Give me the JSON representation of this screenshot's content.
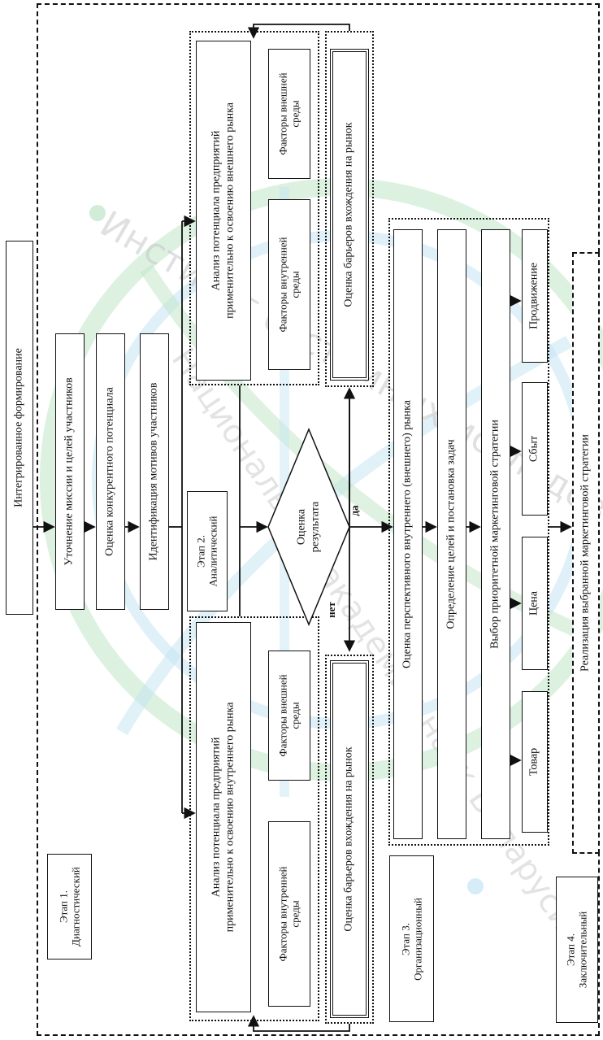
{
  "watermark": {
    "line1": "Институт системных исследований",
    "line2": "Национальной академии наук Беларуси"
  },
  "stage1": {
    "label": "Этап 1.\nДиагностический",
    "top_box": "Интегрированное формирование",
    "steps": [
      "Уточнение миссии и целей участников",
      "Оценка конкурентного потенциала",
      "Идентификация мотивов участников"
    ]
  },
  "stage2": {
    "label": "Этап 2.\nАналитический",
    "domestic": {
      "analysis": "Анализ потенциала предприятий\nприменительно к освоению внутреннего рынка",
      "internal_factors": "Факторы внутренней\nсреды",
      "external_factors": "Факторы внешней\nсреды",
      "barriers": "Оценка барьеров вхождения на рынок"
    },
    "foreign": {
      "analysis": "Анализ потенциала предприятий\nприменительно к освоению внешнего рынка",
      "internal_factors": "Факторы внутренней\nсреды",
      "external_factors": "Факторы внешней\nсреды",
      "barriers": "Оценка барьеров вхождения на рынок"
    },
    "decision": "Оценка\nрезультата",
    "yes": "да",
    "no": "нет"
  },
  "stage3": {
    "label": "Этап 3.\nОрганизационный",
    "steps": [
      "Оценка перспективного внутреннего (внешнего) рынка",
      "Определение целей и постановка задач",
      "Выбор приоритетной маркетинговой стратегии"
    ],
    "mix": [
      "Товар",
      "Цена",
      "Сбыт",
      "Продвижение"
    ]
  },
  "stage4": {
    "label": "Этап 4.\nЗаключительный",
    "box": "Реализация выбранной маркетинговой стратегии"
  }
}
